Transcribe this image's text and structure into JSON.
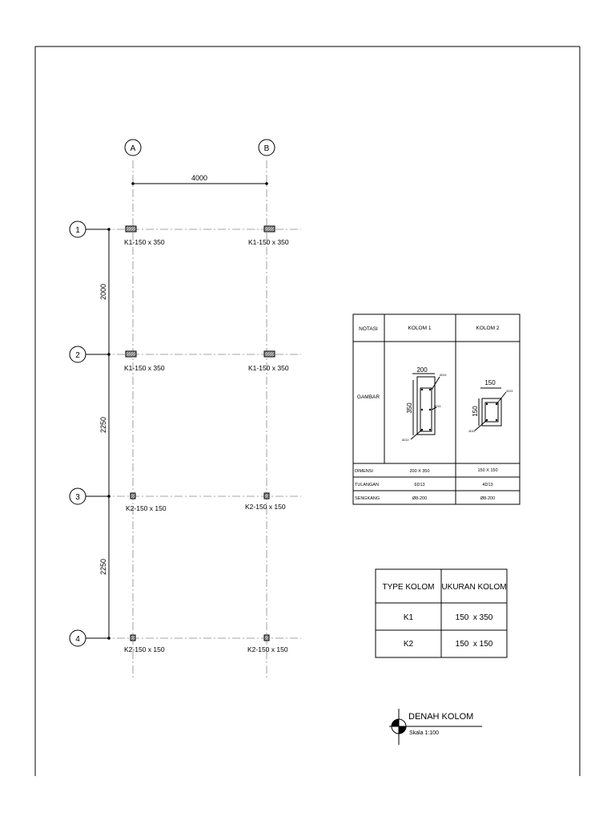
{
  "grid": {
    "columns": [
      "A",
      "B"
    ],
    "rows": [
      "1",
      "2",
      "3",
      "4"
    ],
    "span_ab": "4000",
    "span_12": "2000",
    "span_23": "2250",
    "span_34": "2250"
  },
  "column_labels": {
    "r1a": "K1-150 x 350",
    "r1b": "K1-150 x 350",
    "r2a": "K1-150 x 350",
    "r2b": "K1-150 x 350",
    "r3a": "K2-150 x 150",
    "r3b": "K2-150 x 150",
    "r4a": "K2-150 x 150",
    "r4b": "K2-150 x 150"
  },
  "detail_table": {
    "header": {
      "notasi": "NOTASI",
      "kolom1": "KOLOM 1",
      "kolom2": "KOLOM 2"
    },
    "gambar_label": "GAMBAR",
    "k1_drawing": {
      "width": "200",
      "height": "350",
      "bar_top": "6D13",
      "bar_side": "6D13",
      "bar_bottom": "6D13"
    },
    "k2_drawing": {
      "width": "150",
      "height": "150",
      "bar_top": "4D13",
      "bar_bottom": "4D13"
    },
    "rows": [
      {
        "label": "DIMENSI",
        "k1": "200 X 350",
        "k2": "150 X 150"
      },
      {
        "label": "TULANGAN",
        "k1": "6D13",
        "k2": "4D13"
      },
      {
        "label": "SENGKANG",
        "k1": "Ø8-200",
        "k2": "Ø8-200"
      }
    ]
  },
  "type_table": {
    "header": {
      "type": "TYPE KOLOM",
      "size": "UKURAN KOLOM"
    },
    "rows": [
      {
        "type": "K1",
        "size": "150  x 350"
      },
      {
        "type": "K2",
        "size": "150  x 150"
      }
    ]
  },
  "title_block": {
    "title": "DENAH KOLOM",
    "scale": "Skala 1:100"
  }
}
